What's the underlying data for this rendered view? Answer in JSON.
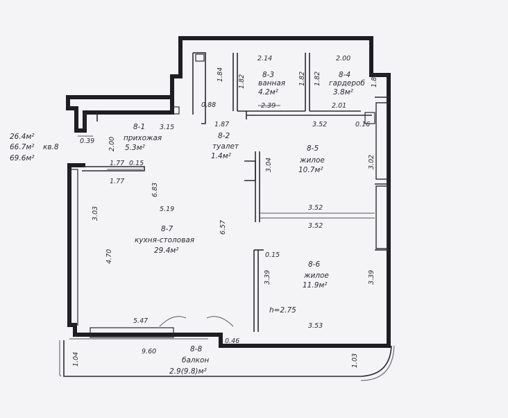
{
  "summary": {
    "living_area": "26.4м²",
    "total_area": "66.7м²",
    "flat_number": "кв.8",
    "total_with_balcony": "69.6м²"
  },
  "rooms": {
    "bathroom": {
      "id": "8-3",
      "name": "ванная",
      "area": "4.2м²"
    },
    "wardrobe": {
      "id": "8-4",
      "name": "гардероб",
      "area": "3.8м²"
    },
    "hall": {
      "id": "8-1",
      "name": "прихожая",
      "area": "5.3м²"
    },
    "toilet": {
      "id": "8-2",
      "name": "туалет",
      "area": "1.4м²"
    },
    "bedroom1": {
      "id": "8-5",
      "name": "жилое",
      "area": "10.7м²"
    },
    "kitchen": {
      "id": "8-7",
      "name": "кухня-столовая",
      "area": "29.4м²"
    },
    "bedroom2": {
      "id": "8-6",
      "name": "жилое",
      "area": "11.9м²"
    },
    "balcony": {
      "id": "8-8",
      "name": "балкон",
      "area": "2.9(9.8)м²"
    }
  },
  "ceiling_height": "h=2.75",
  "dims": {
    "d_2_14": "2.14",
    "d_2_00_top": "2.00",
    "d_1_84": "1.84",
    "d_1_82_a": "1.82",
    "d_1_82_b": "1.82",
    "d_1_82_c": "1.82",
    "d_1_82_d": "1.82",
    "d_2_39": "2.39",
    "d_2_01": "2.01",
    "d_0_88": "0.88",
    "d_1_87": "1.87",
    "d_3_15": "3.15",
    "d_0_39": "0.39",
    "d_2_00_left": "2.00",
    "d_3_52_a": "3.52",
    "d_0_16": "0.16",
    "d_1_77_a": "1.77",
    "d_0_15_a": "0.15",
    "d_1_77_b": "1.77",
    "d_3_04": "3.04",
    "d_3_02": "3.02",
    "d_6_83": "6.83",
    "d_5_19": "5.19",
    "d_3_03": "3.03",
    "d_6_57": "6.57",
    "d_3_52_b": "3.52",
    "d_3_52_c": "3.52",
    "d_4_70": "4.70",
    "d_0_15_b": "0.15",
    "d_3_39_a": "3.39",
    "d_3_39_b": "3.39",
    "d_5_47": "5.47",
    "d_3_53": "3.53",
    "d_0_46": "0.46",
    "d_9_60": "9.60",
    "d_1_04": "1.04",
    "d_1_03": "1.03"
  }
}
